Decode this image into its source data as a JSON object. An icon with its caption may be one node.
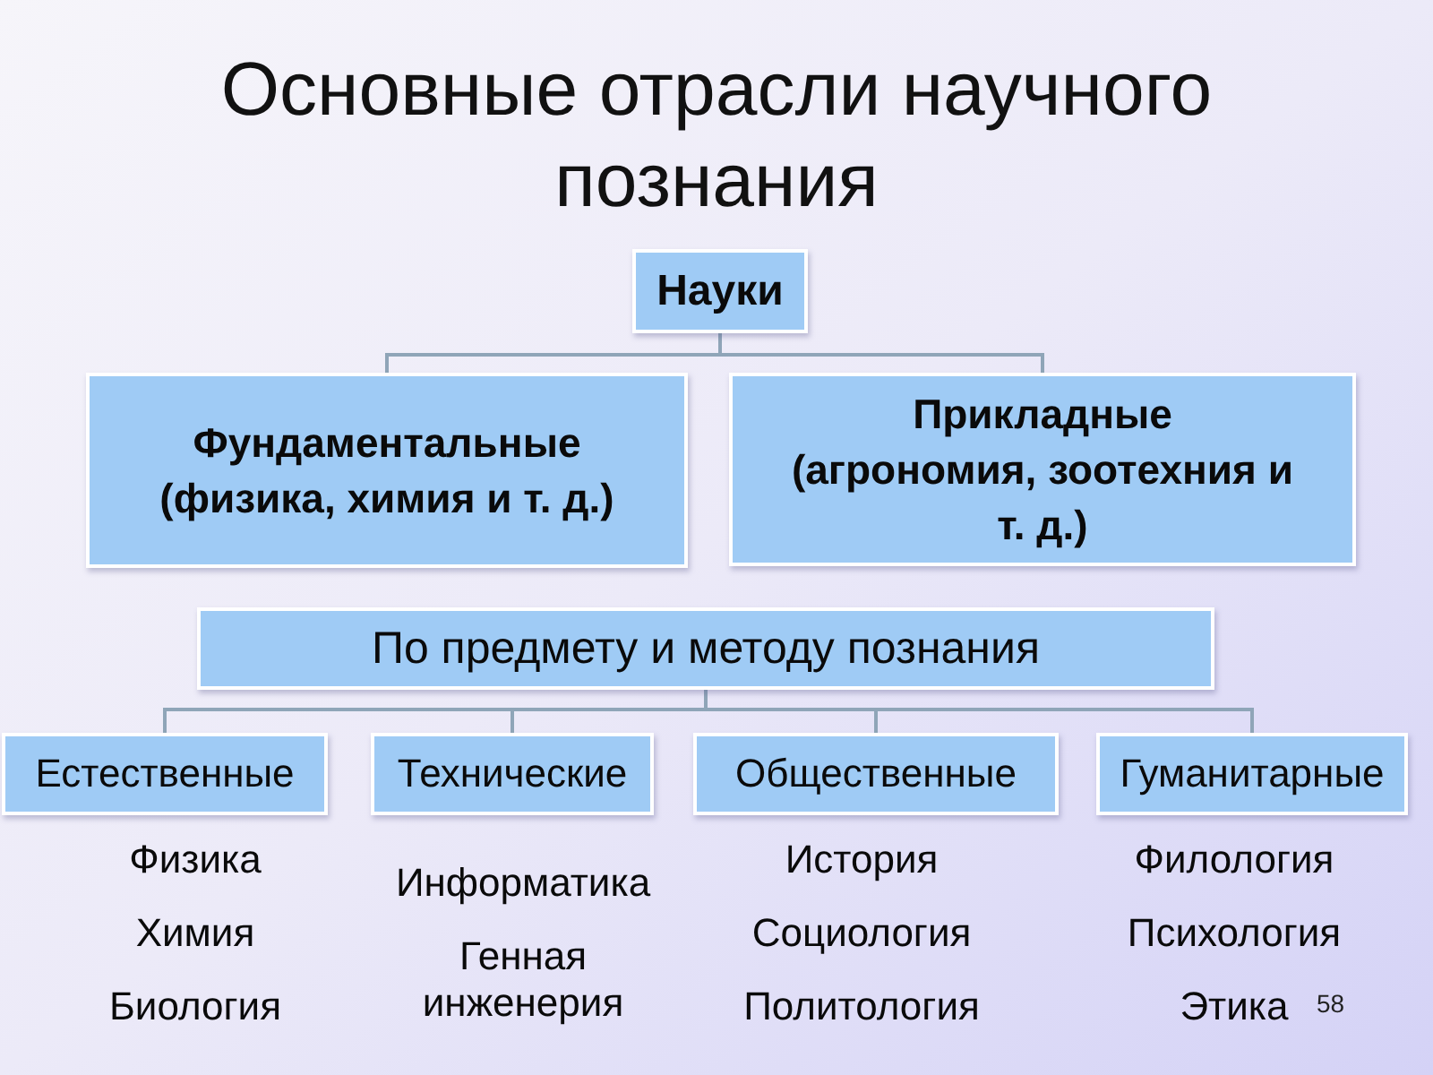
{
  "diagram": {
    "title": "Основные отрасли научного познания",
    "nodes": [
      {
        "text": [
          "Науки"
        ]
      },
      {
        "text": [
          "Фундаментальные",
          "(физика, химия и т. д.)"
        ]
      },
      {
        "text": [
          "Прикладные",
          "(агрономия, зоотехния и т. д.)"
        ]
      },
      {
        "text": [
          "По предмету и методу познания"
        ]
      },
      {
        "text": [
          "Естественные"
        ],
        "beside": [
          "Физика",
          "Химия",
          "Биология"
        ]
      },
      {
        "text": [
          "Технические"
        ],
        "beside": [
          "Информатика",
          "Генная инженерия"
        ]
      },
      {
        "text": [
          "Общественные"
        ],
        "beside": [
          "История",
          "Социология",
          "Политология"
        ]
      },
      {
        "text": [
          "Гуманитарные"
        ],
        "beside": [
          "Филология",
          "Психология",
          "Этика"
        ]
      }
    ],
    "edges": [
      {
        "from": 0,
        "to": 1,
        "arrow": "none"
      },
      {
        "from": 0,
        "to": 2,
        "arrow": "none"
      },
      {
        "from": 3,
        "to": 4,
        "arrow": "none"
      },
      {
        "from": 3,
        "to": 5,
        "arrow": "none"
      },
      {
        "from": 3,
        "to": 6,
        "arrow": "none"
      },
      {
        "from": 3,
        "to": 7,
        "arrow": "none"
      }
    ],
    "labels": [
      "58"
    ]
  }
}
